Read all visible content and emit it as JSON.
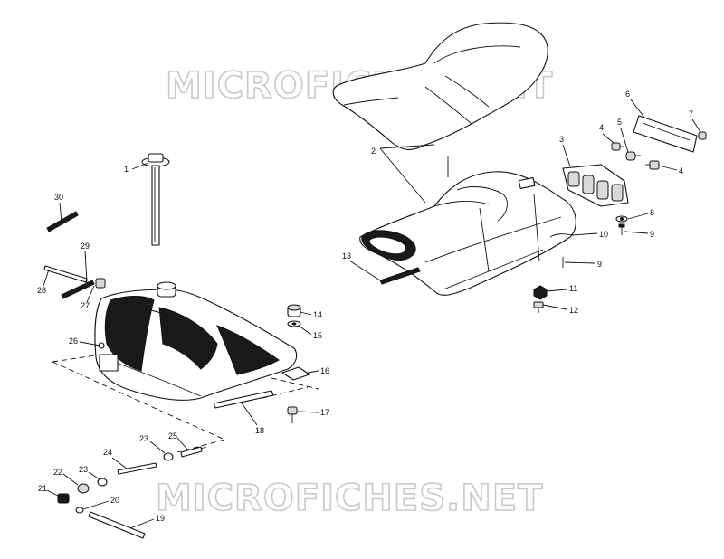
{
  "watermark": {
    "top": "MICROFICHES.NET",
    "bottom": "MICROFICHES.NET"
  },
  "callouts": [
    {
      "id": "c1",
      "label": "1"
    },
    {
      "id": "c2",
      "label": "2"
    },
    {
      "id": "c3",
      "label": "3"
    },
    {
      "id": "c4a",
      "label": "4"
    },
    {
      "id": "c4b",
      "label": "4"
    },
    {
      "id": "c5",
      "label": "5"
    },
    {
      "id": "c6",
      "label": "6"
    },
    {
      "id": "c7",
      "label": "7"
    },
    {
      "id": "c8",
      "label": "8"
    },
    {
      "id": "c9a",
      "label": "9"
    },
    {
      "id": "c9b",
      "label": "9"
    },
    {
      "id": "c10",
      "label": "10"
    },
    {
      "id": "c11",
      "label": "11"
    },
    {
      "id": "c12",
      "label": "12"
    },
    {
      "id": "c13",
      "label": "13"
    },
    {
      "id": "c14",
      "label": "14"
    },
    {
      "id": "c15",
      "label": "15"
    },
    {
      "id": "c16",
      "label": "16"
    },
    {
      "id": "c17",
      "label": "17"
    },
    {
      "id": "c18",
      "label": "18"
    },
    {
      "id": "c19",
      "label": "19"
    },
    {
      "id": "c20",
      "label": "20"
    },
    {
      "id": "c21",
      "label": "21"
    },
    {
      "id": "c22",
      "label": "22"
    },
    {
      "id": "c23a",
      "label": "23"
    },
    {
      "id": "c23b",
      "label": "23"
    },
    {
      "id": "c24",
      "label": "24"
    },
    {
      "id": "c25",
      "label": "25"
    },
    {
      "id": "c26",
      "label": "26"
    },
    {
      "id": "c27",
      "label": "27"
    },
    {
      "id": "c28",
      "label": "28"
    },
    {
      "id": "c29",
      "label": "29"
    },
    {
      "id": "c30",
      "label": "30"
    }
  ]
}
